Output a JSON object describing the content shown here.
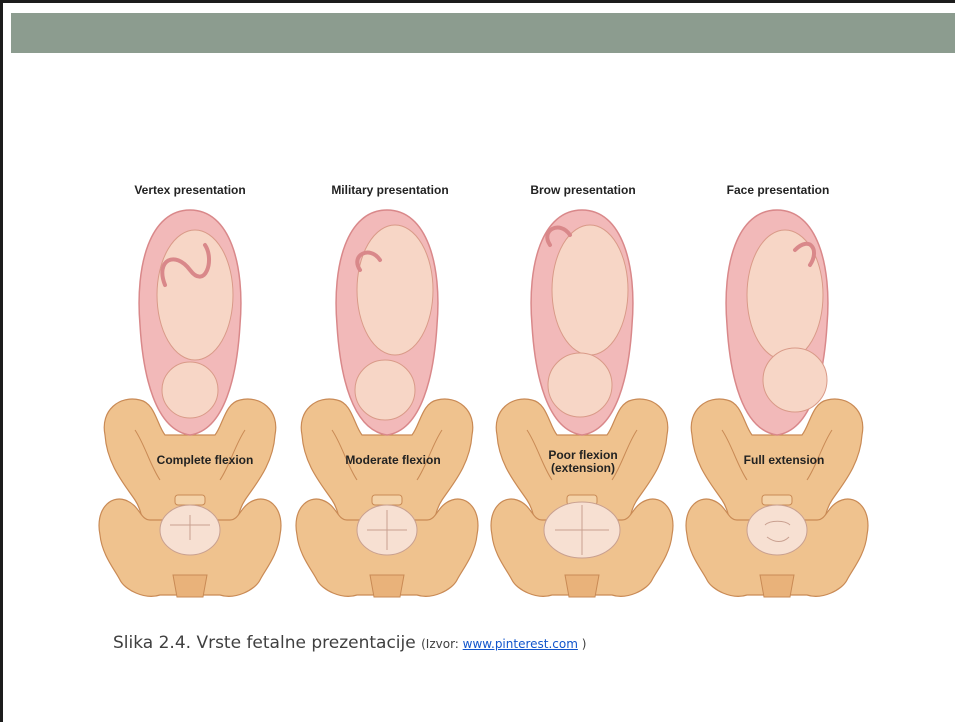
{
  "figure": {
    "top_labels": [
      "Vertex presentation",
      "Military presentation",
      "Brow presentation",
      "Face presentation"
    ],
    "bottom_labels": [
      {
        "line1": "Complete flexion",
        "line2": ""
      },
      {
        "line1": "Moderate flexion",
        "line2": ""
      },
      {
        "line1": "Poor flexion",
        "line2": "(extension)"
      },
      {
        "line1": "Full extension",
        "line2": ""
      }
    ]
  },
  "caption": {
    "main": "Slika 2.4. Vrste fetalne prezentacije",
    "source_prefix": "(Izvor: ",
    "source_link": "www.pinterest.com",
    "source_suffix": " )"
  },
  "colors": {
    "header_bar": "#8c9c8f",
    "bone": "#efc28e",
    "uterus": "#f2b9b9",
    "fetus": "#f7d6c6",
    "link": "#1155cc"
  }
}
